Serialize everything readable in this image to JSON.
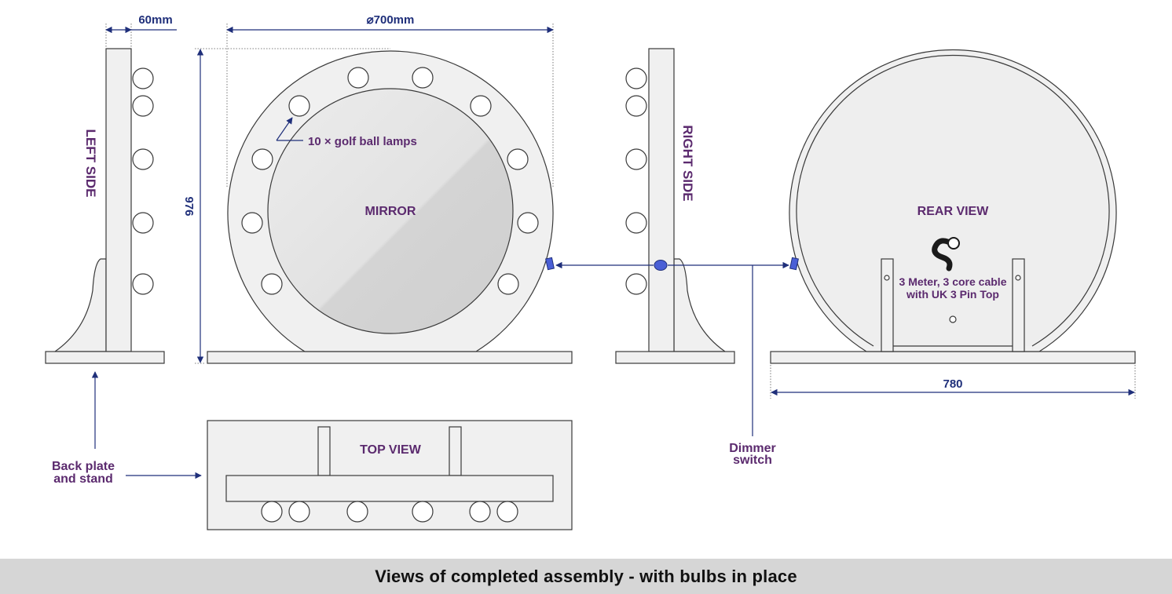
{
  "labels": {
    "left_side": "LEFT SIDE",
    "right_side": "RIGHT SIDE",
    "mirror": "MIRROR",
    "rear_view": "REAR VIEW",
    "top_view": "TOP VIEW",
    "lamps": "10 × golf ball lamps",
    "cable_line1": "3 Meter, 3 core cable",
    "cable_line2": "with UK 3 Pin Top",
    "back_plate_line1": "Back plate",
    "back_plate_line2": "and stand",
    "dimmer_line1": "Dimmer",
    "dimmer_line2": "switch"
  },
  "dimensions": {
    "depth": "60mm",
    "diameter": "⌀700mm",
    "height": "976",
    "width": "780"
  },
  "caption": "Views of completed assembly - with bulbs in place",
  "colors": {
    "label": "#5b2a6e",
    "dimension": "#1f2f7a",
    "caption_bar": "#d6d6d6",
    "dimmer_switch": "#4a5fd6"
  }
}
